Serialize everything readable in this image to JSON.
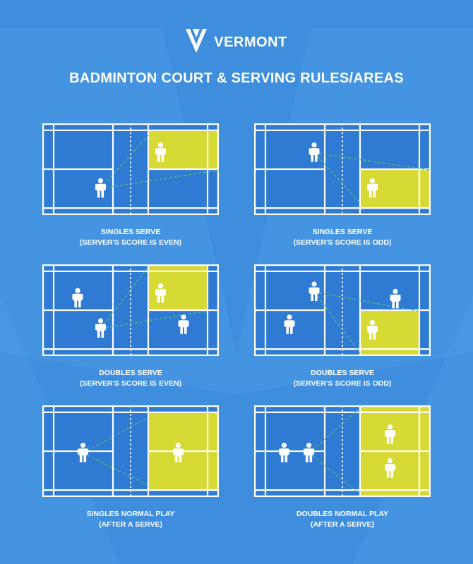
{
  "brand": {
    "name": "VERMONT"
  },
  "title": "BADMINTON COURT & SERVING RULES/AREAS",
  "colors": {
    "background": "#3f8ede",
    "court": "#2f7ad3",
    "lines": "#ffffff",
    "highlight": "#d7da35",
    "trajectory": "#4fc07a"
  },
  "icons": [
    "vermont-logo-icon",
    "player-icon"
  ],
  "diagrams": [
    {
      "caption_line1": "SINGLES SERVE",
      "caption_line2": "(SERVER'S SCORE IS EVEN)",
      "highlight": "top-right-singles",
      "players": [
        [
          0.33,
          0.71
        ],
        [
          0.67,
          0.32
        ]
      ],
      "server": [
        0.33,
        0.71
      ],
      "lines_to": [
        [
          0.6,
          0.13
        ],
        [
          1.0,
          0.51
        ]
      ]
    },
    {
      "caption_line1": "SINGLES SERVE",
      "caption_line2": "(SERVER'S SCORE IS ODD)",
      "highlight": "bottom-right-singles",
      "players": [
        [
          0.34,
          0.32
        ],
        [
          0.67,
          0.71
        ]
      ],
      "server": [
        0.34,
        0.32
      ],
      "lines_to": [
        [
          1.0,
          0.51
        ],
        [
          0.6,
          0.87
        ]
      ]
    },
    {
      "caption_line1": "DOUBLES SERVE",
      "caption_line2": "(SERVER'S SCORE IS EVEN)",
      "highlight": "top-right-doubles",
      "players": [
        [
          0.2,
          0.37
        ],
        [
          0.33,
          0.7
        ],
        [
          0.67,
          0.32
        ],
        [
          0.8,
          0.66
        ]
      ],
      "server": [
        0.33,
        0.7
      ],
      "lines_to": [
        [
          0.6,
          0.03
        ],
        [
          0.93,
          0.51
        ]
      ]
    },
    {
      "caption_line1": "DOUBLES SERVE",
      "caption_line2": "(SERVER'S SCORE IS ODD)",
      "highlight": "bottom-right-doubles",
      "players": [
        [
          0.34,
          0.3
        ],
        [
          0.2,
          0.66
        ],
        [
          0.8,
          0.38
        ],
        [
          0.67,
          0.72
        ]
      ],
      "server": [
        0.34,
        0.3
      ],
      "lines_to": [
        [
          0.93,
          0.51
        ],
        [
          0.6,
          0.97
        ]
      ]
    },
    {
      "caption_line1": "SINGLES NORMAL PLAY",
      "caption_line2": "(AFTER A SERVE)",
      "highlight": "right-singles-full",
      "players": [
        [
          0.23,
          0.52
        ],
        [
          0.77,
          0.52
        ]
      ],
      "server": [
        0.23,
        0.52
      ],
      "lines_to": [
        [
          0.6,
          0.13
        ],
        [
          0.6,
          0.87
        ]
      ]
    },
    {
      "caption_line1": "DOUBLES NORMAL PLAY",
      "caption_line2": "(AFTER A SERVE)",
      "highlight": "right-doubles-full",
      "players": [
        [
          0.17,
          0.52
        ],
        [
          0.31,
          0.52
        ],
        [
          0.77,
          0.32
        ],
        [
          0.77,
          0.69
        ]
      ],
      "server": [
        0.31,
        0.52
      ],
      "lines_to": [
        [
          0.6,
          0.03
        ],
        [
          0.6,
          0.97
        ]
      ]
    }
  ]
}
